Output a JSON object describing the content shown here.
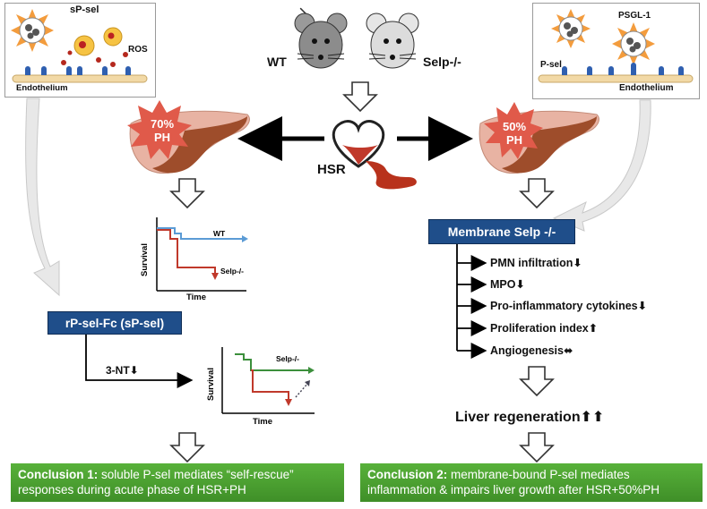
{
  "top_left_panel": {
    "sp_sel": "sP-sel",
    "ros": "ROS",
    "endothelium": "Endothelium"
  },
  "top_right_panel": {
    "psgl1": "PSGL-1",
    "p_sel": "P-sel",
    "endothelium": "Endothelium"
  },
  "mice": {
    "wt": "WT",
    "ko": "Selp-/-"
  },
  "center": {
    "hsr": "HSR"
  },
  "left_liver": {
    "line1": "70%",
    "line2": "PH"
  },
  "right_liver": {
    "line1": "50%",
    "line2": "PH"
  },
  "chart_data": [
    {
      "type": "line",
      "ylabel": "Survival",
      "xlabel": "Time",
      "series": [
        {
          "name": "WT",
          "color": "#5b9bd5"
        },
        {
          "name": "Selp-/-",
          "color": "#c0392b"
        }
      ]
    },
    {
      "type": "line",
      "ylabel": "Survival",
      "xlabel": "Time",
      "series": [
        {
          "name": "Selp-/-",
          "color": "#3c8f3c"
        },
        {
          "name": "",
          "color": "#c0392b"
        }
      ]
    }
  ],
  "rpsel_box": "rP-sel-Fc (sP-sel)",
  "three_nt": "3-NT",
  "membrane_box": "Membrane Selp -/-",
  "effects": [
    {
      "label": "PMN infiltration",
      "arrow": "⬇"
    },
    {
      "label": "MPO",
      "arrow": "⬇"
    },
    {
      "label": "Pro-inflammatory cytokines",
      "arrow": "⬇"
    },
    {
      "label": "Proliferation index",
      "arrow": "⬆"
    },
    {
      "label": "Angiogenesis",
      "arrow": "⬌"
    }
  ],
  "liver_regen": {
    "label": "Liver regeneration",
    "arrows": "⬆⬆"
  },
  "conclusion1": {
    "title": "Conclusion 1:",
    "text": " soluble P-sel mediates “self-rescue” responses during acute phase of HSR+PH"
  },
  "conclusion2": {
    "title": "Conclusion 2:",
    "text": " membrane-bound P-sel mediates inflammation & impairs liver growth after HSR+50%PH"
  }
}
